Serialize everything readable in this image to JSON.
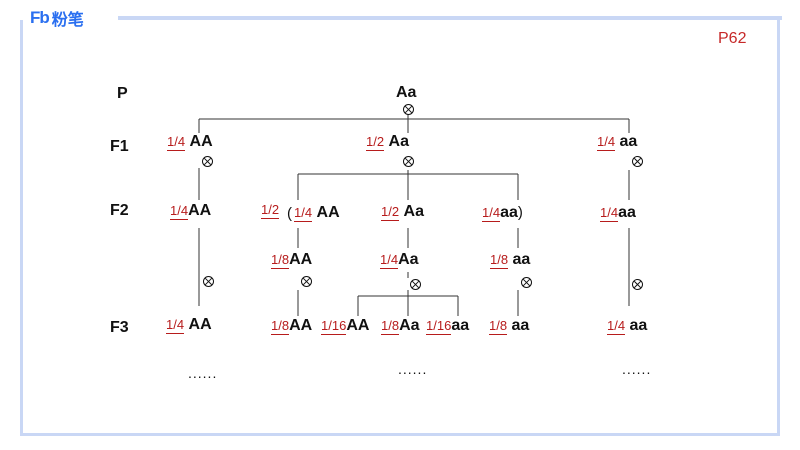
{
  "brand": {
    "mark": "Fb",
    "name": "粉笔"
  },
  "page_number": "P62",
  "generations": {
    "p": "P",
    "f1": "F1",
    "f2": "F2",
    "f3": "F3"
  },
  "p_genotype": "Aa",
  "f1": {
    "left": {
      "frac": "1/4",
      "geno": "AA"
    },
    "mid": {
      "frac": "1/2",
      "geno": "Aa"
    },
    "right": {
      "frac": "1/4",
      "geno": "aa"
    }
  },
  "f2": {
    "left": {
      "frac": "1/4",
      "geno": "AA"
    },
    "group_frac": "1/2",
    "open_paren": "(",
    "close_paren": ")",
    "mid_a": {
      "frac": "1/4",
      "geno": "AA"
    },
    "mid_b": {
      "frac": "1/2",
      "geno": "Aa"
    },
    "mid_c": {
      "frac": "1/4",
      "geno": "aa"
    },
    "right": {
      "frac": "1/4",
      "geno": "aa"
    }
  },
  "f2_scaled": {
    "a": {
      "frac": "1/8",
      "geno": "AA"
    },
    "b": {
      "frac": "1/4",
      "geno": "Aa"
    },
    "c": {
      "frac": "1/8",
      "geno": "aa"
    }
  },
  "f3": {
    "left": {
      "frac": "1/4",
      "geno": "AA"
    },
    "a": {
      "frac": "1/8",
      "geno": "AA"
    },
    "b1": {
      "frac": "1/16",
      "geno": "AA"
    },
    "b2": {
      "frac": "1/8",
      "geno": "Aa"
    },
    "b3": {
      "frac": "1/16",
      "geno": "aa"
    },
    "c": {
      "frac": "1/8",
      "geno": "aa"
    },
    "right": {
      "frac": "1/4",
      "geno": "aa"
    }
  },
  "ellipsis": "......"
}
